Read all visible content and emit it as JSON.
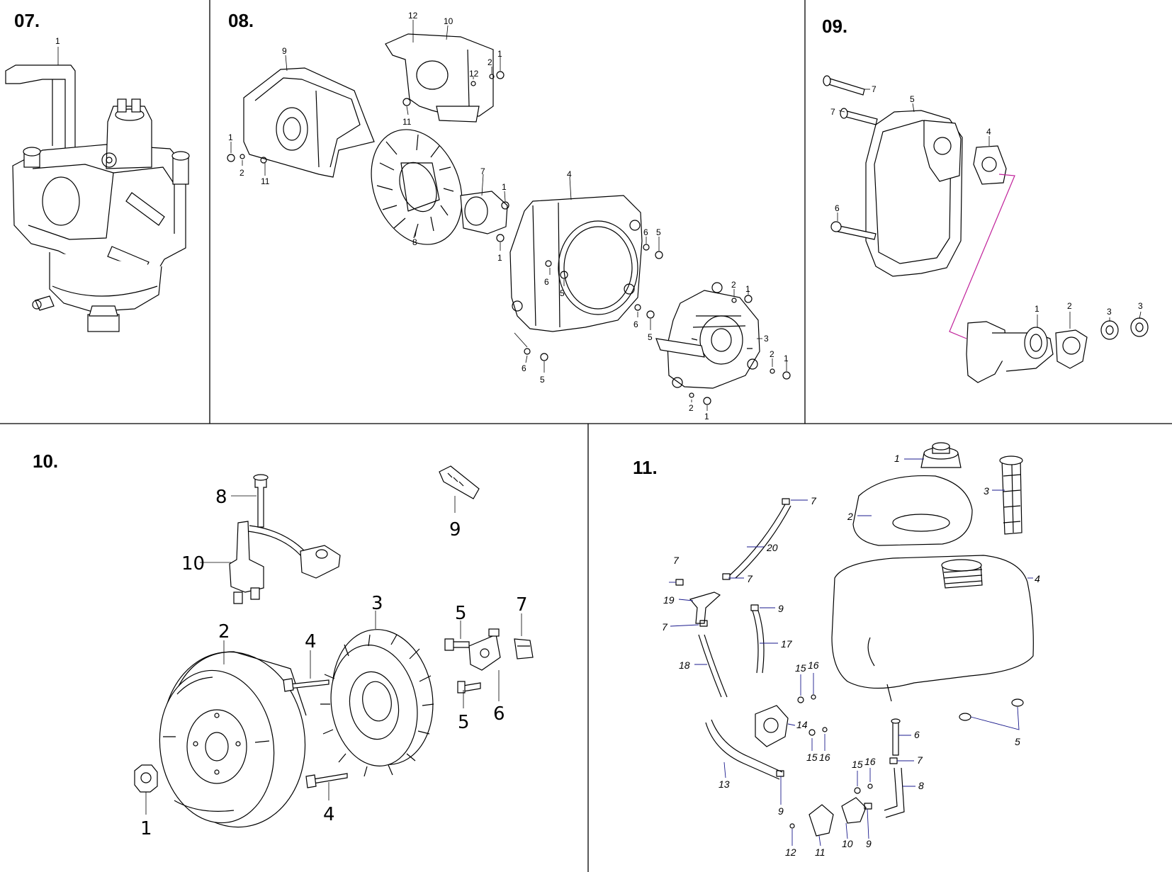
{
  "panels": [
    {
      "id": "07",
      "title": "07.",
      "labels": [
        "1"
      ]
    },
    {
      "id": "08",
      "title": "08.",
      "labels": [
        "1",
        "2",
        "3",
        "4",
        "5",
        "6",
        "7",
        "8",
        "9",
        "10",
        "11",
        "12"
      ]
    },
    {
      "id": "09",
      "title": "09.",
      "labels": [
        "1",
        "2",
        "3",
        "4",
        "5",
        "6",
        "7"
      ]
    },
    {
      "id": "10",
      "title": "10.",
      "labels": [
        "1",
        "2",
        "3",
        "4",
        "5",
        "6",
        "7",
        "8",
        "9",
        "10"
      ]
    },
    {
      "id": "11",
      "title": "11.",
      "labels": [
        "1",
        "2",
        "3",
        "4",
        "5",
        "6",
        "7",
        "8",
        "9",
        "10",
        "11",
        "12",
        "13",
        "14",
        "15",
        "16",
        "17",
        "18",
        "19",
        "20"
      ]
    }
  ],
  "colors": {
    "line": "#000000",
    "leader_blue": "#1a1a8c",
    "leader_magenta": "#c0209a",
    "background": "#ffffff"
  }
}
